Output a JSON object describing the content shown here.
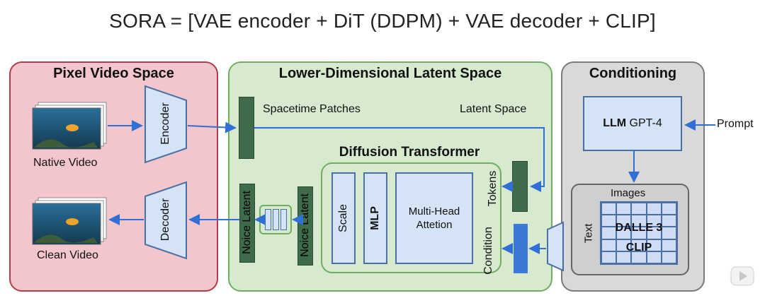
{
  "title": "SORA = [VAE encoder + DiT (DDPM) + VAE decoder + CLIP]",
  "pixel_space": {
    "title": "Pixel Video Space",
    "native_label": "Native Video",
    "clean_label": "Clean Video",
    "encoder_label": "Encoder",
    "decoder_label": "Decoder"
  },
  "latent_space": {
    "title": "Lower-Dimensional Latent Space",
    "spacetime_label": "Spacetime Patches",
    "latent_label": "Latent Space",
    "noice_latent_left": "Noice Latent",
    "noice_latent_right": "Noice Latent"
  },
  "dit": {
    "title": "Diffusion Transformer",
    "scale": "Scale",
    "mlp": "MLP",
    "attention_line1": "Multi-Head",
    "attention_line2": "Attetion",
    "tokens": "Tokens",
    "condition": "Condition"
  },
  "conditioning": {
    "title": "Conditioning",
    "llm_bold": "LLM",
    "llm_rest": "GPT-4",
    "prompt": "Prompt",
    "images": "Images",
    "text": "Text",
    "dalle": "DALLE 3",
    "clip": "CLIP"
  },
  "colors": {
    "pixel_bg": "#f2c6cc",
    "latent_bg": "#d7ead0",
    "cond_bg": "#d9d9d9",
    "arrow": "#2f6fd6",
    "patch": "#3e6b4a"
  },
  "icons": {
    "video_stack": "video-stack-icon",
    "play": "play-icon"
  }
}
